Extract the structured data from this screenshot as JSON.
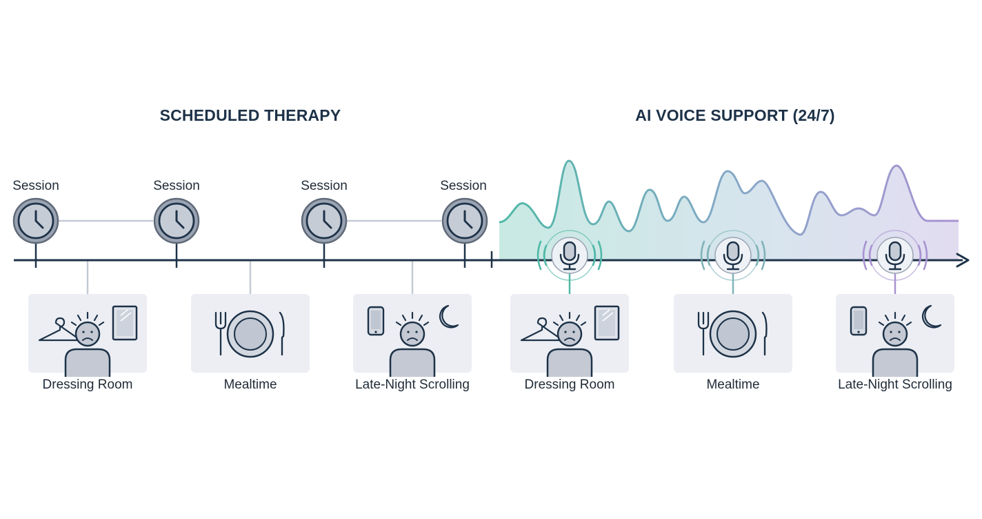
{
  "headings": {
    "left": "SCHEDULED THERAPY",
    "right": "AI VOICE SUPPORT (24/7)"
  },
  "sessions": [
    "Session",
    "Session",
    "Session",
    "Session"
  ],
  "left_scenes": [
    {
      "label": "Dressing Room",
      "icon": "dressing-room-scene-icon"
    },
    {
      "label": "Mealtime",
      "icon": "mealtime-scene-icon"
    },
    {
      "label": "Late-Night Scrolling",
      "icon": "late-night-scrolling-scene-icon"
    }
  ],
  "right_scenes": [
    {
      "label": "Dressing Room",
      "icon": "dressing-room-scene-icon"
    },
    {
      "label": "Mealtime",
      "icon": "mealtime-scene-icon"
    },
    {
      "label": "Late-Night Scrolling",
      "icon": "late-night-scrolling-scene-icon"
    }
  ],
  "icons": {
    "session": "clock-icon",
    "support": "microphone-icon"
  },
  "colors": {
    "ink": "#1d3248",
    "teal": "#4fb8a7",
    "blue": "#8aa6c9",
    "lavender": "#a893d1",
    "gray_icon": "#8e97a6",
    "card": "#eceef3"
  }
}
